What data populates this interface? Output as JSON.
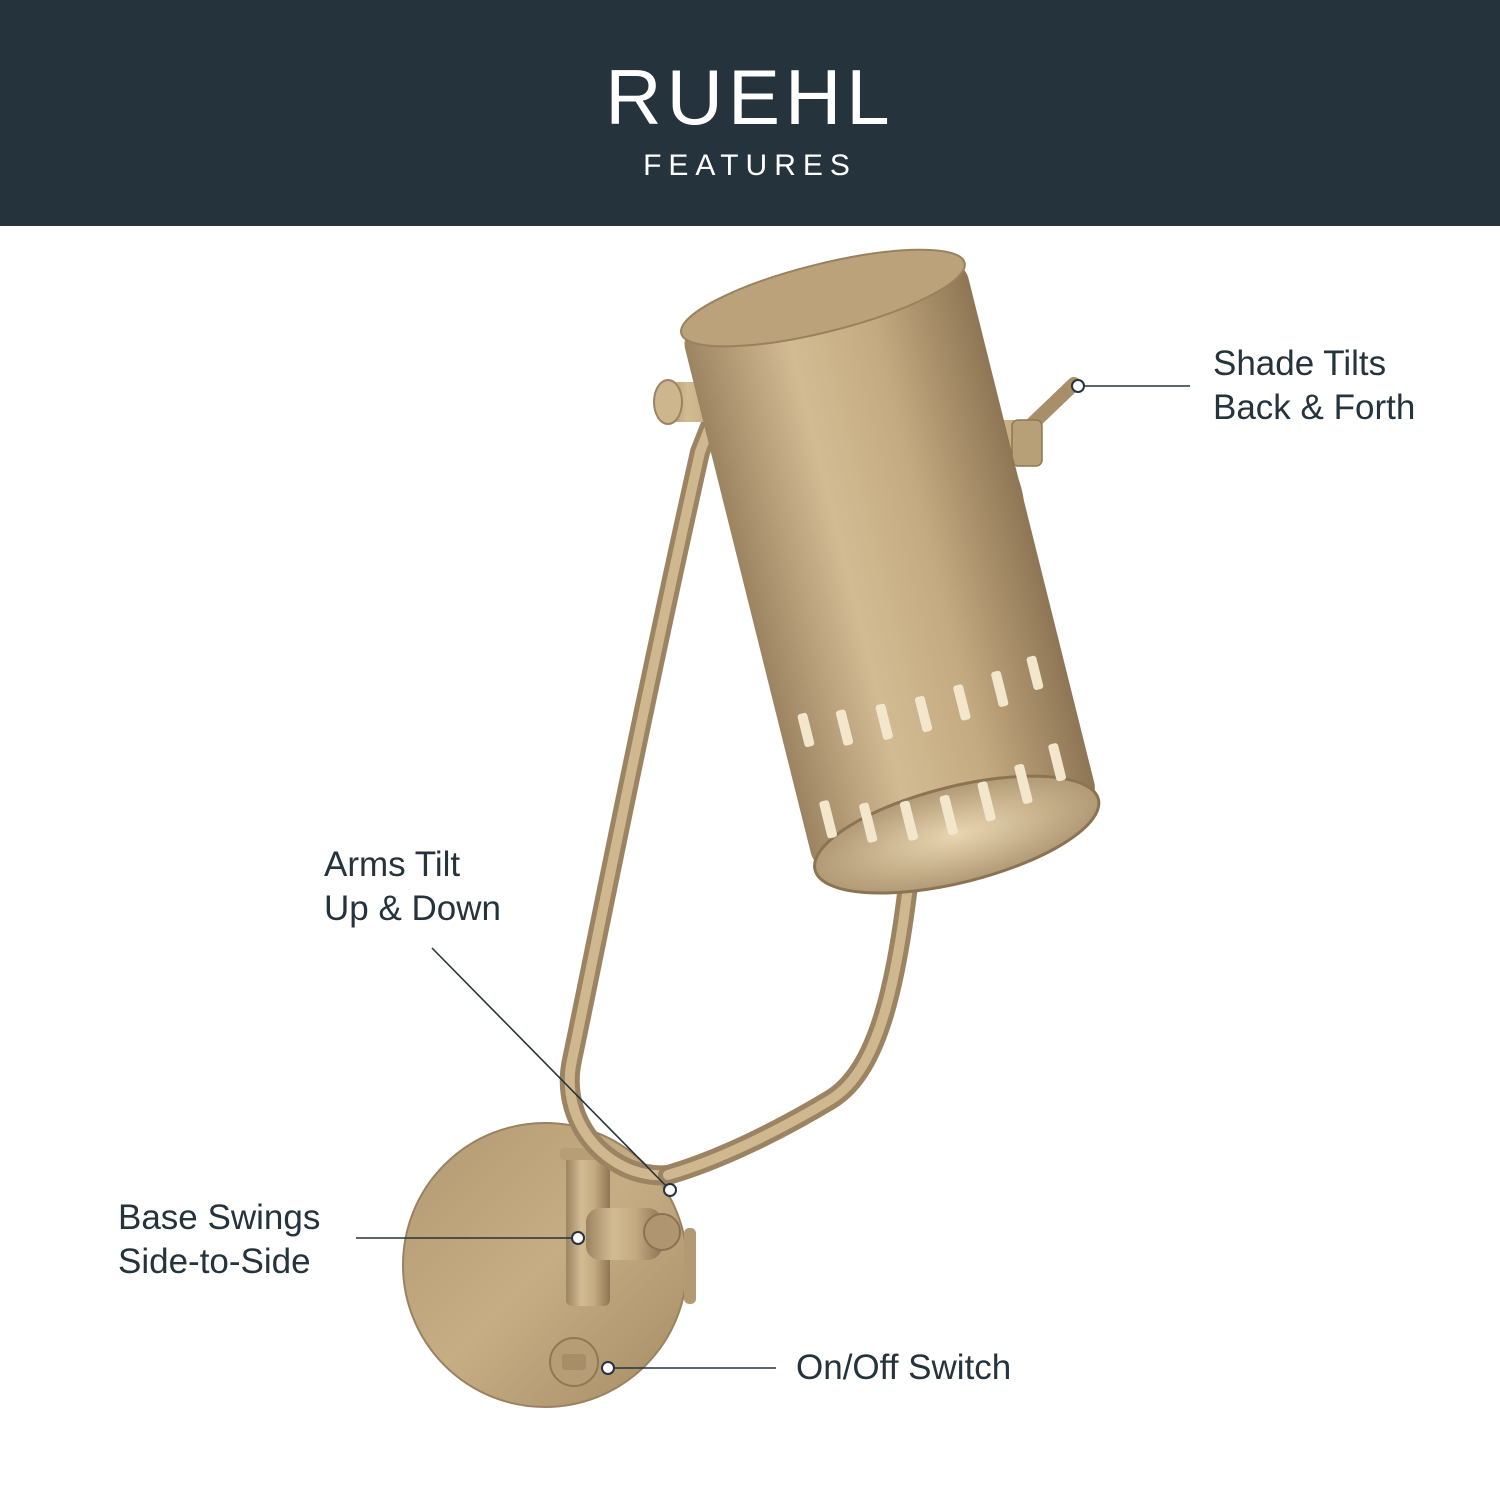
{
  "header": {
    "title": "RUEHL",
    "subtitle": "FEATURES"
  },
  "colors": {
    "header_background": "#25333d",
    "text": "#25333d",
    "brass": "#c5ac84",
    "leader_line": "#25333d"
  },
  "callouts": {
    "shade": {
      "line1": "Shade Tilts",
      "line2": "Back & Forth"
    },
    "arms": {
      "line1": "Arms Tilt",
      "line2": "Up & Down"
    },
    "base": {
      "line1": "Base Swings",
      "line2": "Side-to-Side"
    },
    "switch": {
      "line1": "On/Off Switch"
    }
  }
}
